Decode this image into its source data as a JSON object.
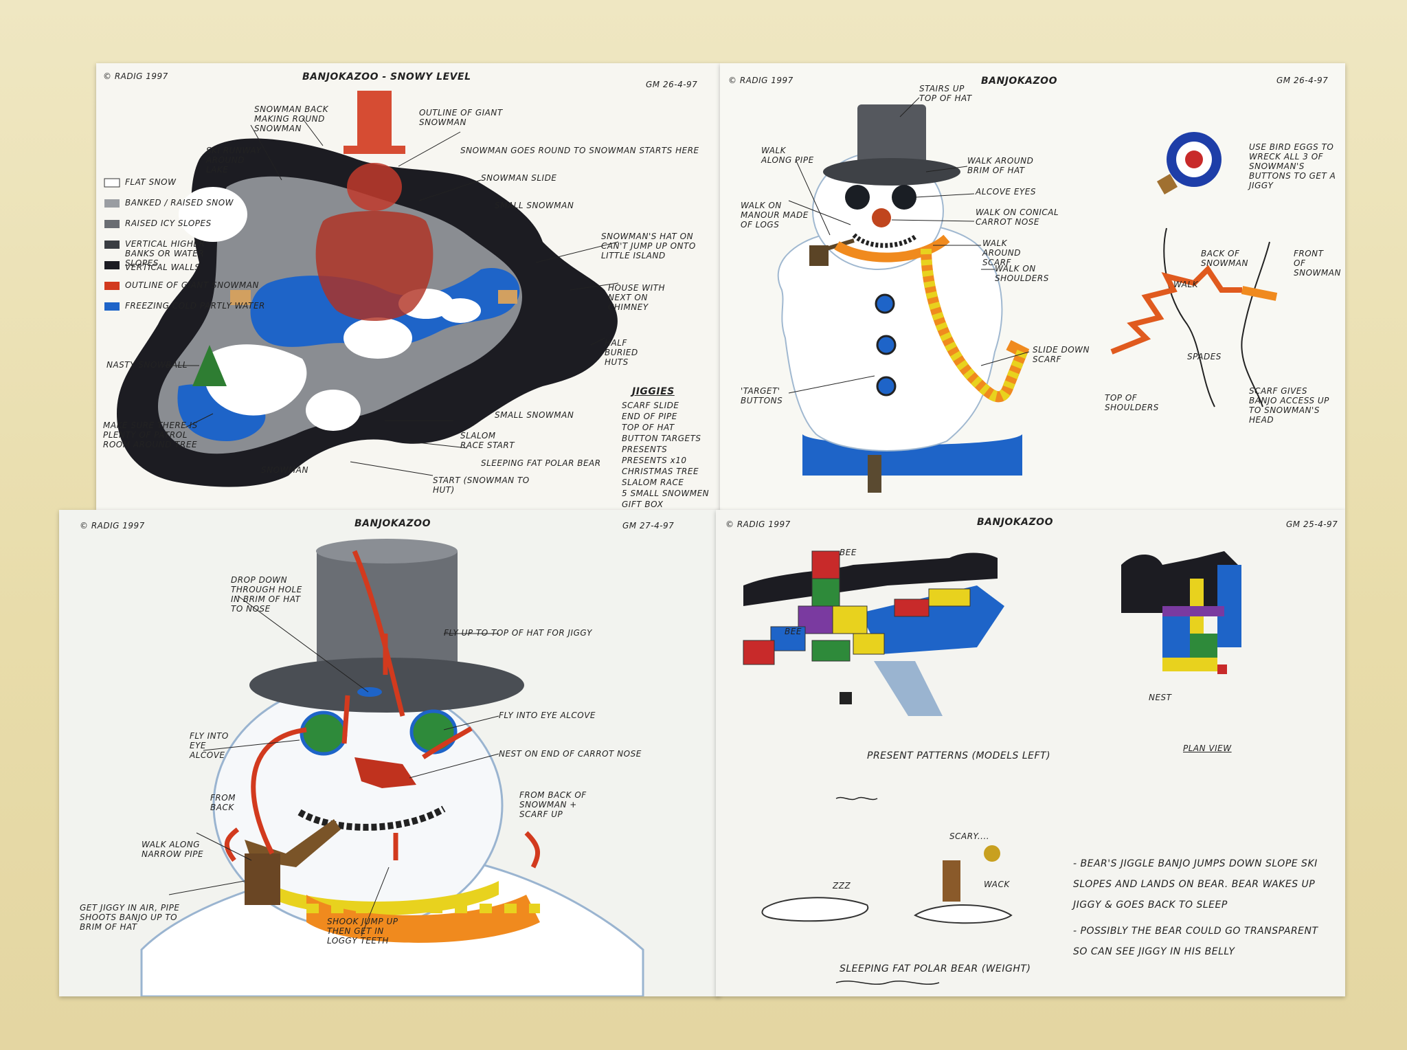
{
  "sheet1": {
    "signature": "© RADIG 1997",
    "title": "BANJOKAZOO - SNOWY LEVEL",
    "date": "GM 26-4-97",
    "legend": [
      "FLAT SNOW",
      "BANKED / RAISED SNOW",
      "RAISED ICY SLOPES",
      "VERTICAL HIGHER BANKS OR WATER SLOPES",
      "VERTICAL WALLS",
      "OUTLINE OF GIANT SNOWMAN",
      "FREEZING COLD PARTLY WATER"
    ],
    "labels": [
      "SNOWMAN BACK MAKING ROUND SNOWMAN",
      "OUTLINE OF GIANT SNOWMAN",
      "SKI RUNWAY AROUND LAKE",
      "SNOWMAN GOES ROUND TO SNOWMAN STARTS HERE",
      "SNOWMAN SLIDE",
      "SMALL SNOWMAN",
      "SNOWMAN'S HAT ON CAN'T JUMP UP ONTO LITTLE ISLAND",
      "HOUSE WITH NEXT ON CHIMNEY",
      "HALF BURIED HUTS",
      "NASTY SNOWBALL",
      "MAKE SURE THERE IS PLENTY OF PATROL ROOM AROUND TREE",
      "SNOWMAN",
      "SLALOM RACE START",
      "SLEEPING FAT POLAR BEAR",
      "SMALL SNOWMAN",
      "START (SNOWMAN TO HUT)"
    ],
    "jiggies_title": "JIGGIES",
    "jiggies": [
      "SCARF SLIDE",
      "END OF PIPE",
      "TOP OF HAT",
      "BUTTON TARGETS",
      "PRESENTS",
      "PRESENTS x10",
      "CHRISTMAS TREE",
      "SLALOM RACE",
      "5 SMALL SNOWMEN",
      "GIFT BOX"
    ]
  },
  "sheet2": {
    "signature": "© RADIG 1997",
    "title": "BANJOKAZOO",
    "date": "GM 26-4-97",
    "labels": [
      "STAIRS UP TOP OF HAT",
      "WALK ALONG PIPE",
      "WALK AROUND BRIM OF HAT",
      "ALCOVE EYES",
      "WALK ON MANOUR MADE OF LOGS",
      "WALK ON CONICAL CARROT NOSE",
      "WALK AROUND SCARF",
      "WALK ON SHOULDERS",
      "SLIDE DOWN SCARF",
      "'TARGET' BUTTONS",
      "USE BIRD EGGS TO WRECK ALL 3 OF SNOWMAN'S BUTTONS TO GET A JIGGY",
      "BACK OF SNOWMAN",
      "FRONT OF SNOWMAN",
      "WALK",
      "SPADES",
      "TOP OF SHOULDERS",
      "SCARF GIVES BANJO ACCESS UP TO SNOWMAN'S HEAD"
    ]
  },
  "sheet3": {
    "signature": "© RADIG 1997",
    "title": "BANJOKAZOO",
    "date": "GM 27-4-97",
    "labels": [
      "DROP DOWN THROUGH HOLE IN BRIM OF HAT TO NOSE",
      "FLY UP TO TOP OF HAT FOR JIGGY",
      "FLY INTO EYE ALCOVE",
      "FLY INTO EYE ALCOVE",
      "NEST ON END OF CARROT NOSE",
      "FROM BACK",
      "FROM BACK OF SNOWMAN + SCARF UP",
      "WALK ALONG NARROW PIPE",
      "GET JIGGY IN AIR, PIPE SHOOTS BANJO UP TO BRIM OF HAT",
      "SHOOK JUMP UP THEN GET IN LOGGY TEETH"
    ]
  },
  "sheet4": {
    "signature": "© RADIG 1997",
    "title": "BANJOKAZOO",
    "date": "GM 25-4-97",
    "labels": [
      "BEE",
      "BEE",
      "PRESENT PATTERNS (MODELS LEFT)",
      "NEST",
      "PLAN VIEW",
      "SCARY....",
      "WACK",
      "ZZZ",
      "SLEEPING FAT POLAR BEAR (WEIGHT)"
    ],
    "notes": [
      "- BEAR'S JIGGLE BANJO JUMPS DOWN SLOPE SKI SLOPES AND LANDS ON BEAR. BEAR WAKES UP JIGGY & GOES BACK TO SLEEP",
      "- POSSIBLY THE BEAR COULD GO TRANSPARENT SO CAN SEE JIGGY IN HIS BELLY"
    ]
  },
  "colors": {
    "wall": "#e9dfb4",
    "paper": "#f7f6f1",
    "black_wall": "#1c1c22",
    "water_blue": "#1e64c8",
    "snowman_red": "#d23a1e",
    "hat_grey": "#55585e",
    "scarf_orange": "#f08a1e",
    "scarf_yellow": "#e8d21e"
  }
}
